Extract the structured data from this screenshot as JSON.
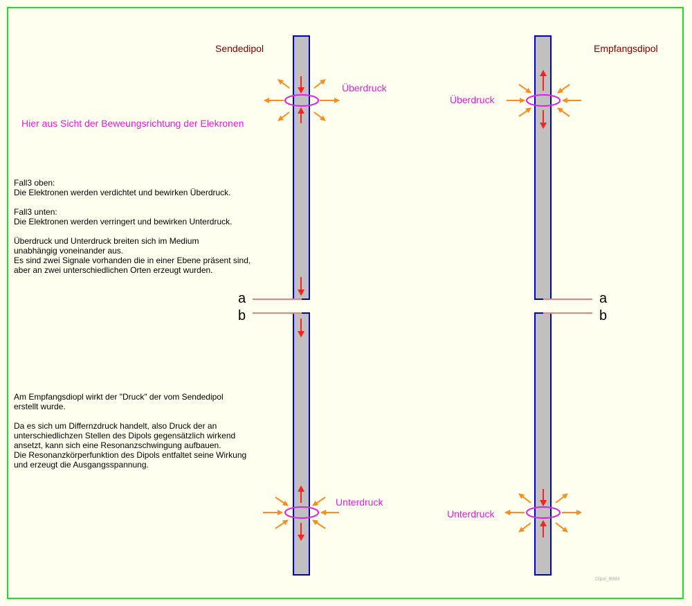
{
  "titles": {
    "send": "Sendedipol",
    "receive": "Empfangsdipol"
  },
  "subtitle": "Hier aus Sicht der Beweungsrichtung der Elekronen",
  "labels": {
    "overpressure_left": "Überdruck",
    "overpressure_right": "Überdruck",
    "underpressure_left": "Unterdruck",
    "underpressure_right": "Unterdruck",
    "a_left": "a",
    "b_left": "b",
    "a_right": "a",
    "b_right": "b"
  },
  "text_top": [
    "Fall3 oben:",
    "Die Elektronen werden verdichtet und bewirken Überdruck.",
    "",
    "Fall3 unten:",
    "Die Elektronen werden verringert und bewirken Unterdruck.",
    "",
    "Überdruck und Unterdruck breiten sich im Medium",
    "unabhängig voneinander aus.",
    "Es sind zwei Signale vorhanden die in einer Ebene präsent sind,",
    "aber an zwei unterschiedlichen Orten erzeugt wurden."
  ],
  "text_bottom": [
    "Am Empfangsdiopl wirkt der \"Druck\" der vom Sendedipol",
    "erstellt wurde.",
    "",
    "Da es sich um Differnzdruck handelt, also Druck der an",
    "unterschiedlichzen Stellen des Dipols gegensätzlich wirkend",
    "ansetzt, kann sich eine Resonanzschwingung aufbauen.",
    "Die Resonanzkörperfunktion des Dipols entfaltet seine Wirkung",
    "und erzeugt die Ausgangsspannung."
  ],
  "watermark": "Dipol_Bild4",
  "colors": {
    "background": "#fffff0",
    "frame": "#22dd22",
    "rod_fill": "#c0c0c0",
    "rod_stroke": "#0000cc",
    "ring": "#e020e0",
    "arrow_orange": "#ff8c1a",
    "arrow_red": "#ff2020",
    "feed_line": "#f08080"
  }
}
